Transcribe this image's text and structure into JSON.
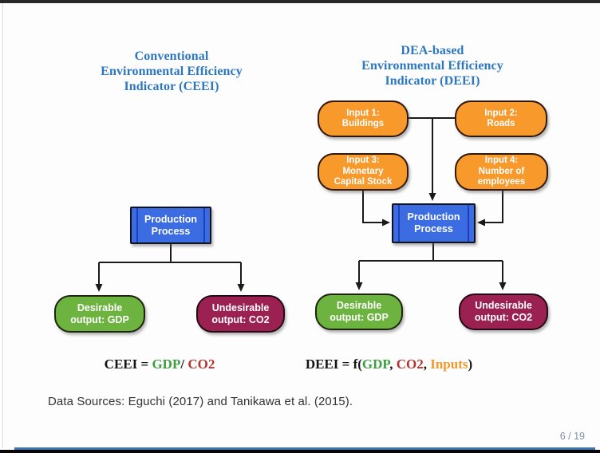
{
  "colors": {
    "title_blue": "#2c77c0",
    "box_orange": "#f8992b",
    "box_green": "#6cb33f",
    "box_maroon": "#9c2153",
    "process_blue": "#3c6ce2",
    "formula_green": "#3f9c40",
    "formula_red": "#b53531",
    "formula_orange": "#f09a2e",
    "footer_line_blue": "#3e74b4",
    "page_number_gray": "#8291a8"
  },
  "diagram_left": {
    "title": {
      "line1": "Conventional",
      "line2": "Environmental Efficiency",
      "line3": "Indicator (CEEI)"
    },
    "process": {
      "line1": "Production",
      "line2": "Process"
    },
    "desirable": {
      "line1": "Desirable",
      "line2": "output: GDP"
    },
    "undesirable": {
      "line1": "Undesirable",
      "line2": "output: CO2"
    },
    "formula": {
      "prefix": "CEEI = ",
      "gdp": "GDP",
      "slash": "/ ",
      "co2": "CO2"
    }
  },
  "diagram_right": {
    "title": {
      "line1": "DEA-based",
      "line2": "Environmental Efficiency",
      "line3": "Indicator (DEEI)"
    },
    "inputs": {
      "input1": {
        "line1": "Input 1:",
        "line2": "Buildings"
      },
      "input2": {
        "line1": "Input 2:",
        "line2": "Roads"
      },
      "input3": {
        "line1": "Input 3:",
        "line2": "Monetary",
        "line3": "Capital Stock"
      },
      "input4": {
        "line1": "Input 4:",
        "line2": "Number of",
        "line3": "employees"
      }
    },
    "process": {
      "line1": "Production",
      "line2": "Process"
    },
    "desirable": {
      "line1": "Desirable",
      "line2": "output: GDP"
    },
    "undesirable": {
      "line1": "Undesirable",
      "line2": "output: CO2"
    },
    "formula": {
      "prefix": "DEEI = f(",
      "gdp": "GDP",
      "sep1": ", ",
      "co2": "CO2",
      "sep2": ", ",
      "inputs": "Inputs",
      "suffix": ")"
    }
  },
  "footer": {
    "data_sources": "Data Sources: Eguchi (2017) and Tanikawa et al. (2015).",
    "page_indicator": "6 / 19"
  }
}
